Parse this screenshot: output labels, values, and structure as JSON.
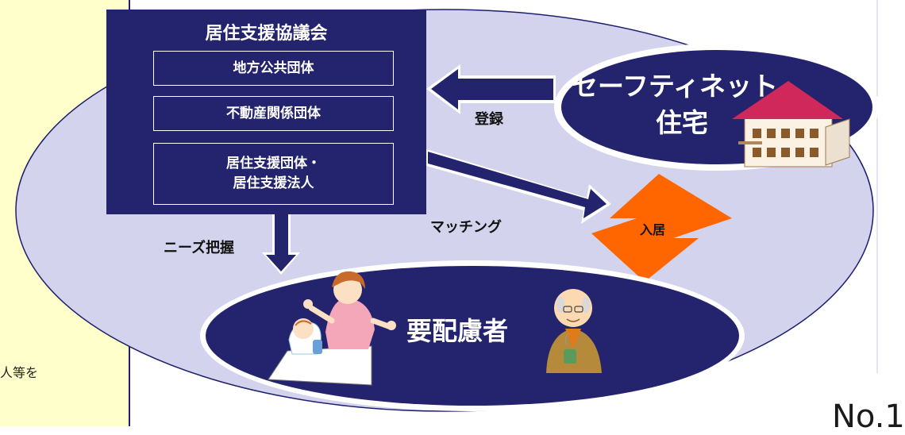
{
  "council": {
    "title": "居住支援協議会",
    "members": [
      "地方公共団体",
      "不動産関係団体",
      "居住支援団体・\n居住支援法人"
    ]
  },
  "safety_net_housing": {
    "line1": "セーフティネット",
    "line2": "住宅"
  },
  "flows": {
    "register": "登録",
    "matching": "マッチング",
    "needs": "ニーズ把握",
    "move_in": "入居"
  },
  "care_needers": "要配慮者",
  "side_fragment": "人等を",
  "page_number": "No.1",
  "colors": {
    "panel_bg": "#ffffcc",
    "panel_border": "#1e1e6e",
    "big_ellipse": "#d3d3ed",
    "navy": "#23236e",
    "move_in_arrow": "#ff6600"
  }
}
